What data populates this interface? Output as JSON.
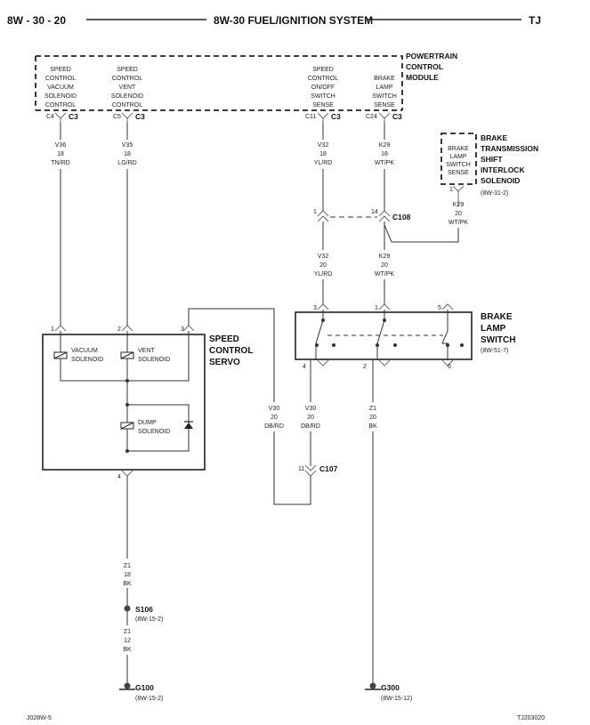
{
  "header": {
    "page_ref": "8W - 30 - 20",
    "title": "8W-30 FUEL/IGNITION SYSTEM",
    "model": "TJ"
  },
  "pcm": {
    "name_line1": "POWERTRAIN",
    "name_line2": "CONTROL",
    "name_line3": "MODULE",
    "pins": [
      {
        "l1": "SPEED",
        "l2": "CONTROL",
        "l3": "VACUUM",
        "l4": "SOLENOID",
        "l5": "CONTROL",
        "cavity": "C4",
        "conn": "C3"
      },
      {
        "l1": "SPEED",
        "l2": "CONTROL",
        "l3": "VENT",
        "l4": "SOLENOID",
        "l5": "CONTROL",
        "cavity": "C5",
        "conn": "C3"
      },
      {
        "l1": "SPEED",
        "l2": "CONTROL",
        "l3": "ON/OFF",
        "l4": "SWITCH",
        "l5": "SENSE",
        "cavity": "C11",
        "conn": "C3"
      },
      {
        "l1": "BRAKE",
        "l2": "LAMP",
        "l3": "SWITCH",
        "l4": "SENSE",
        "l5": "",
        "cavity": "C24",
        "conn": "C3"
      }
    ]
  },
  "wires": {
    "v36": {
      "circuit": "V36",
      "gauge": "18",
      "color": "TN/RD"
    },
    "v35": {
      "circuit": "V35",
      "gauge": "18",
      "color": "LG/RD"
    },
    "v32a": {
      "circuit": "V32",
      "gauge": "18",
      "color": "YL/RD"
    },
    "k29a": {
      "circuit": "K29",
      "gauge": "18",
      "color": "WT/PK"
    },
    "k29b": {
      "circuit": "K29",
      "gauge": "20",
      "color": "WT/PK"
    },
    "v32b": {
      "circuit": "V32",
      "gauge": "20",
      "color": "YL/RD"
    },
    "k29c": {
      "circuit": "K29",
      "gauge": "20",
      "color": "WT/PK"
    },
    "v30a": {
      "circuit": "V30",
      "gauge": "20",
      "color": "DB/RD"
    },
    "v30b": {
      "circuit": "V30",
      "gauge": "20",
      "color": "DB/RD"
    },
    "z1a": {
      "circuit": "Z1",
      "gauge": "20",
      "color": "BK"
    },
    "z1b": {
      "circuit": "Z1",
      "gauge": "18",
      "color": "BK"
    },
    "z1c": {
      "circuit": "Z1",
      "gauge": "12",
      "color": "BK"
    }
  },
  "btsi": {
    "l1": "BRAKE",
    "l2": "LAMP",
    "l3": "SWITCH",
    "l4": "SENSE",
    "name1": "BRAKE",
    "name2": "TRANSMISSION",
    "name3": "SHIFT",
    "name4": "INTERLOCK",
    "name5": "SOLENOID",
    "ref": "(8W-31-2)",
    "pin": "1"
  },
  "c108": {
    "name": "C108",
    "pin_left": "1",
    "pin_right": "14"
  },
  "c107": {
    "name": "C107",
    "pin": "11"
  },
  "servo": {
    "name1": "SPEED",
    "name2": "CONTROL",
    "name3": "SERVO",
    "vac1": "VACUUM",
    "vac2": "SOLENOID",
    "vent1": "VENT",
    "vent2": "SOLENOID",
    "dump1": "DUMP",
    "dump2": "SOLENOID",
    "pin1": "1",
    "pin2": "2",
    "pin3": "3",
    "pin4": "4"
  },
  "bls": {
    "name1": "BRAKE",
    "name2": "LAMP",
    "name3": "SWITCH",
    "ref": "(8W-51-7)",
    "pin3": "3",
    "pin1": "1",
    "pin5": "5",
    "pin4": "4",
    "pin2": "2",
    "pin6": "6"
  },
  "s106": {
    "name": "S106",
    "ref": "(8W-15-2)"
  },
  "g100": {
    "name": "G100",
    "ref": "(8W-15-2)"
  },
  "g300": {
    "name": "G300",
    "ref": "(8W-15-12)"
  },
  "footer": {
    "left": "J028W-5",
    "right": "TJ203020"
  }
}
